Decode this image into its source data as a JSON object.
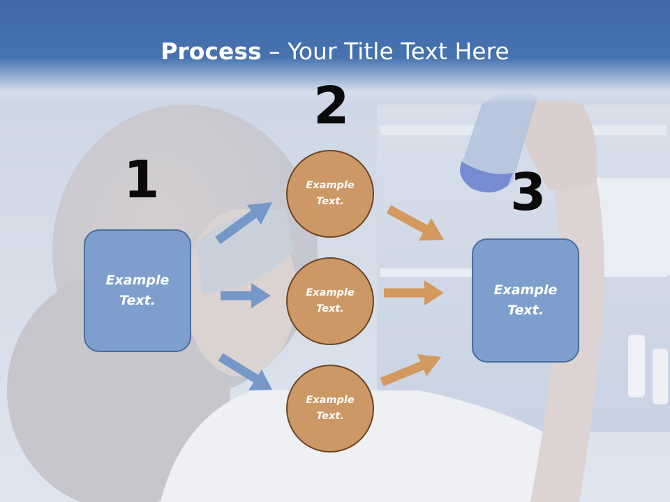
{
  "slide": {
    "title_bold": "Process",
    "title_rest": " – Your Title Text Here",
    "step_numbers": [
      "1",
      "2",
      "3"
    ],
    "left_box": {
      "label": "Example\nText."
    },
    "circles": [
      {
        "label": "Example\nText."
      },
      {
        "label": "Example\nText."
      },
      {
        "label": "Example\nText."
      }
    ],
    "right_box": {
      "label": "Example\nText."
    }
  },
  "colors": {
    "title_band": "#4672b0",
    "box_fill": "#7e9fcd",
    "box_border": "#4c6d9c",
    "circle_fill": "#cc9865",
    "circle_border": "#6b4425",
    "blue_arrow": "#7598c8",
    "orange_arrow": "#d3995f"
  }
}
